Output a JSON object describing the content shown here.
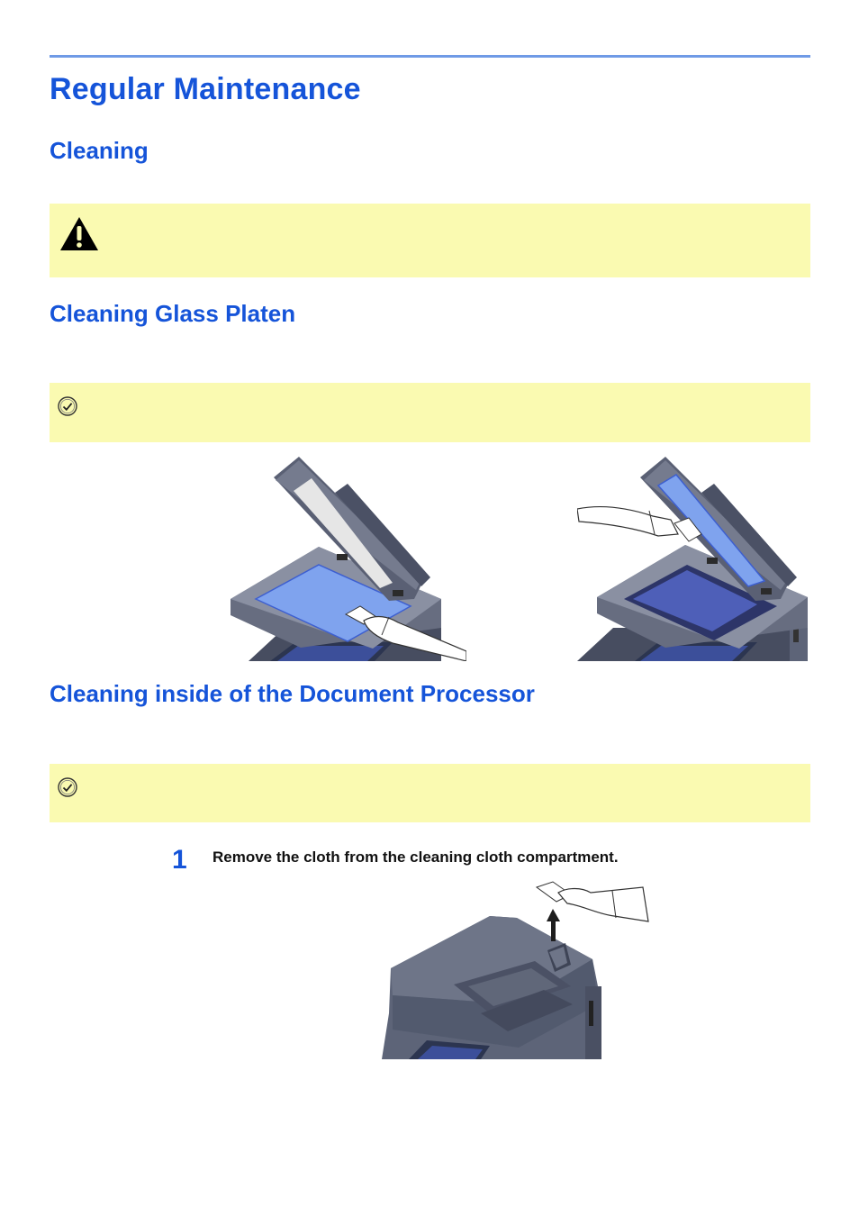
{
  "page": {
    "title": "Regular Maintenance",
    "sections": {
      "cleaning": "Cleaning",
      "glass_platen": "Cleaning Glass Platen",
      "document_processor": "Cleaning inside of the Document Processor"
    },
    "steps": [
      {
        "number": "1",
        "text": "Remove the cloth from the cleaning cloth compartment."
      }
    ]
  },
  "icons": {
    "warning": "warning-triangle-icon",
    "note": "check-circle-icon"
  },
  "colors": {
    "heading": "#1554d9",
    "rule": "#6f9ae6",
    "note_background": "#fafab1",
    "machine_body": "#5d6478",
    "glass": "#7fa3ee"
  }
}
